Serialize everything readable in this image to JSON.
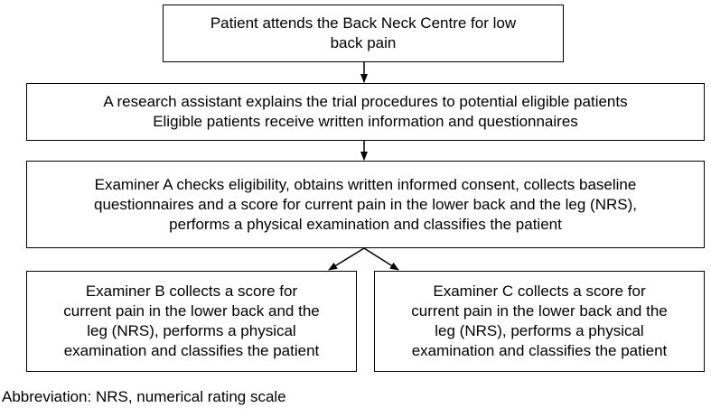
{
  "nodes": [
    {
      "id": "attend",
      "text": "Patient attends the Back Neck Centre for low\nback pain"
    },
    {
      "id": "assistant",
      "text": "A research assistant explains the trial procedures to potential eligible patients\nEligible patients receive written information and questionnaires"
    },
    {
      "id": "examiner_a",
      "text": "Examiner A checks eligibility, obtains written informed consent, collects baseline\nquestionnaires and a score for current pain in the lower back and the leg (NRS),\nperforms a physical examination and classifies the patient"
    },
    {
      "id": "examiner_b",
      "text": "Examiner B collects a score for\ncurrent pain in the lower back and the\nleg (NRS), performs a physical\nexamination and classifies the patient"
    },
    {
      "id": "examiner_c",
      "text": "Examiner C collects a score for\ncurrent pain in the lower back and the\nleg (NRS), performs a physical\nexamination and classifies the patient"
    }
  ],
  "edges": [
    {
      "from": "attend",
      "to": "assistant"
    },
    {
      "from": "assistant",
      "to": "examiner_a"
    },
    {
      "from": "examiner_a",
      "to": "examiner_b"
    },
    {
      "from": "examiner_a",
      "to": "examiner_c"
    }
  ],
  "footnote": "Abbreviation: NRS, numerical rating scale",
  "colors": {
    "stroke": "#000000",
    "background": "#ffffff"
  }
}
